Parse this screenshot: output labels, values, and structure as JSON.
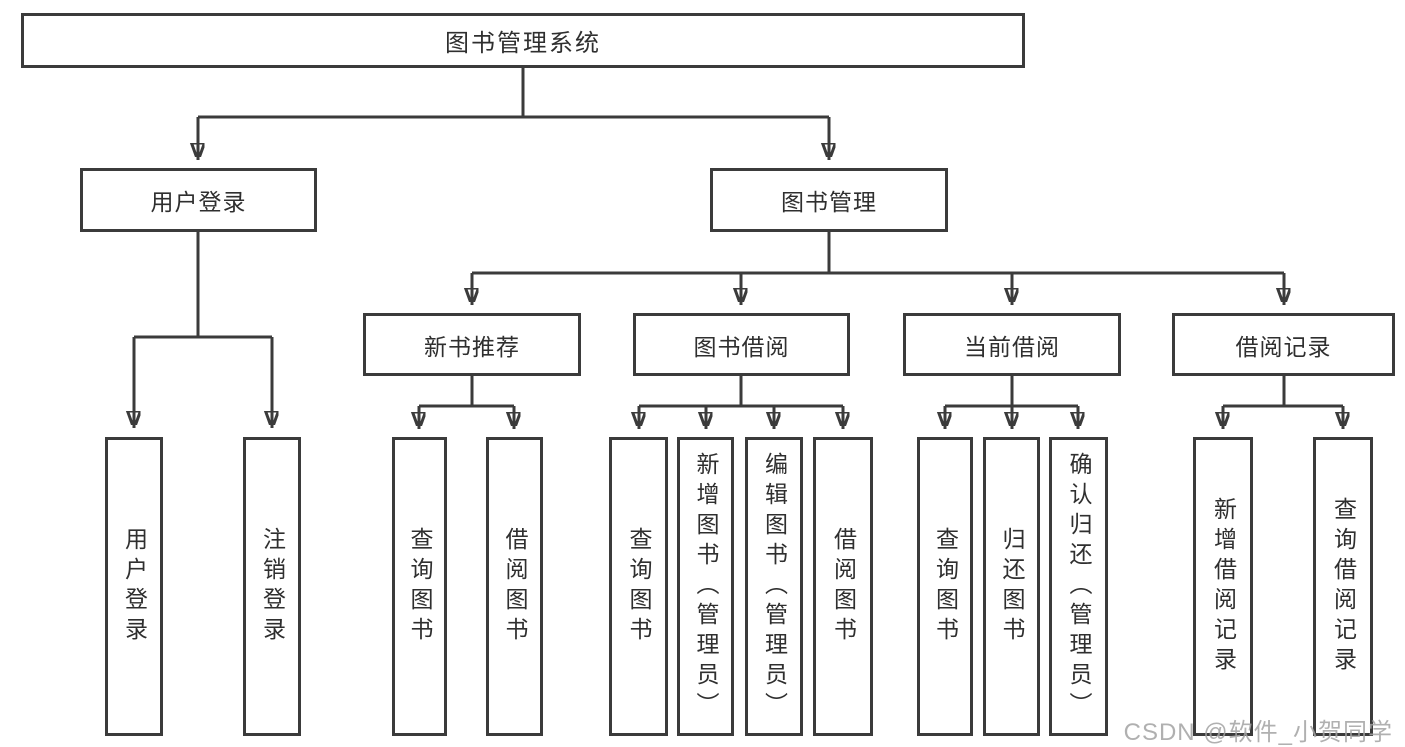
{
  "diagram": {
    "root": "图书管理系统",
    "user_branch": {
      "label": "用户登录",
      "leaves": [
        "用户登录",
        "注销登录"
      ]
    },
    "book_branch": {
      "label": "图书管理",
      "groups": [
        {
          "label": "新书推荐",
          "leaves": [
            "查询图书",
            "借阅图书"
          ]
        },
        {
          "label": "图书借阅",
          "leaves": [
            "查询图书",
            "新增图书（管理员）",
            "编辑图书（管理员）",
            "借阅图书"
          ]
        },
        {
          "label": "当前借阅",
          "leaves": [
            "查询图书",
            "归还图书",
            "确认归还（管理员）"
          ]
        },
        {
          "label": "借阅记录",
          "leaves": [
            "新增借阅记录",
            "查询借阅记录"
          ]
        }
      ]
    }
  },
  "watermark": "CSDN @软件_小贺同学",
  "colors": {
    "line": "#3b3b3b",
    "text": "#2f2f2f",
    "background": "#ffffff",
    "watermark": "#a3a3a3"
  }
}
